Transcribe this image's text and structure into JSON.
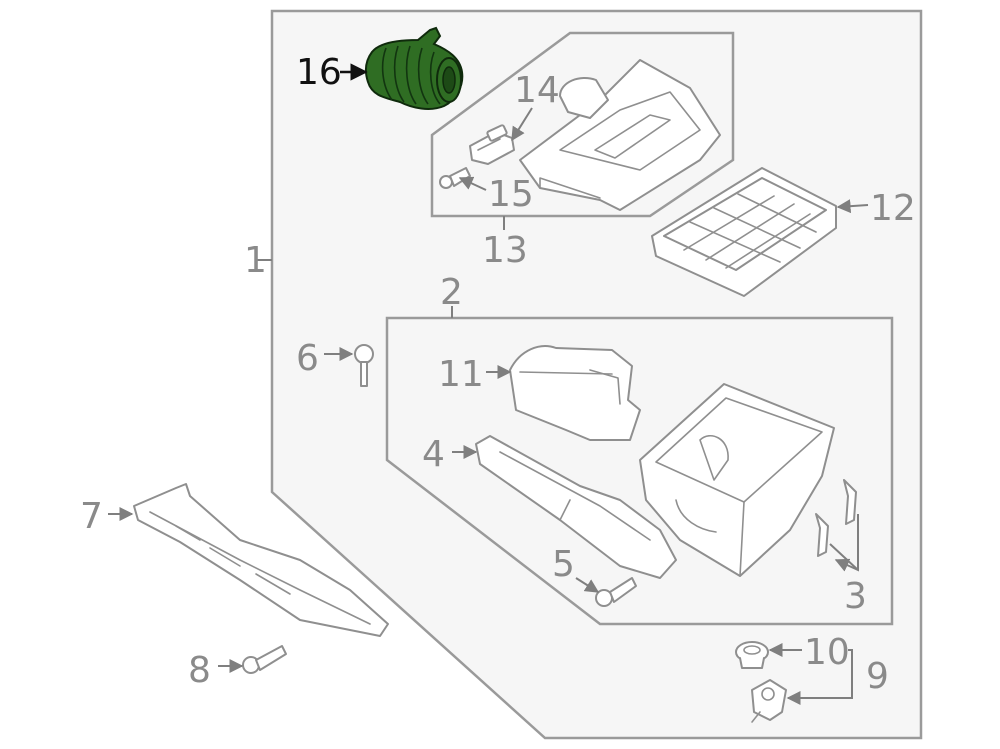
{
  "callouts": {
    "c1": "1",
    "c2": "2",
    "c3": "3",
    "c4": "4",
    "c5": "5",
    "c6": "6",
    "c7": "7",
    "c8": "8",
    "c9": "9",
    "c10": "10",
    "c11": "11",
    "c12": "12",
    "c13": "13",
    "c14": "14",
    "c15": "15",
    "c16": "16"
  },
  "highlight": {
    "part": "16",
    "color": "#2f6d23"
  }
}
